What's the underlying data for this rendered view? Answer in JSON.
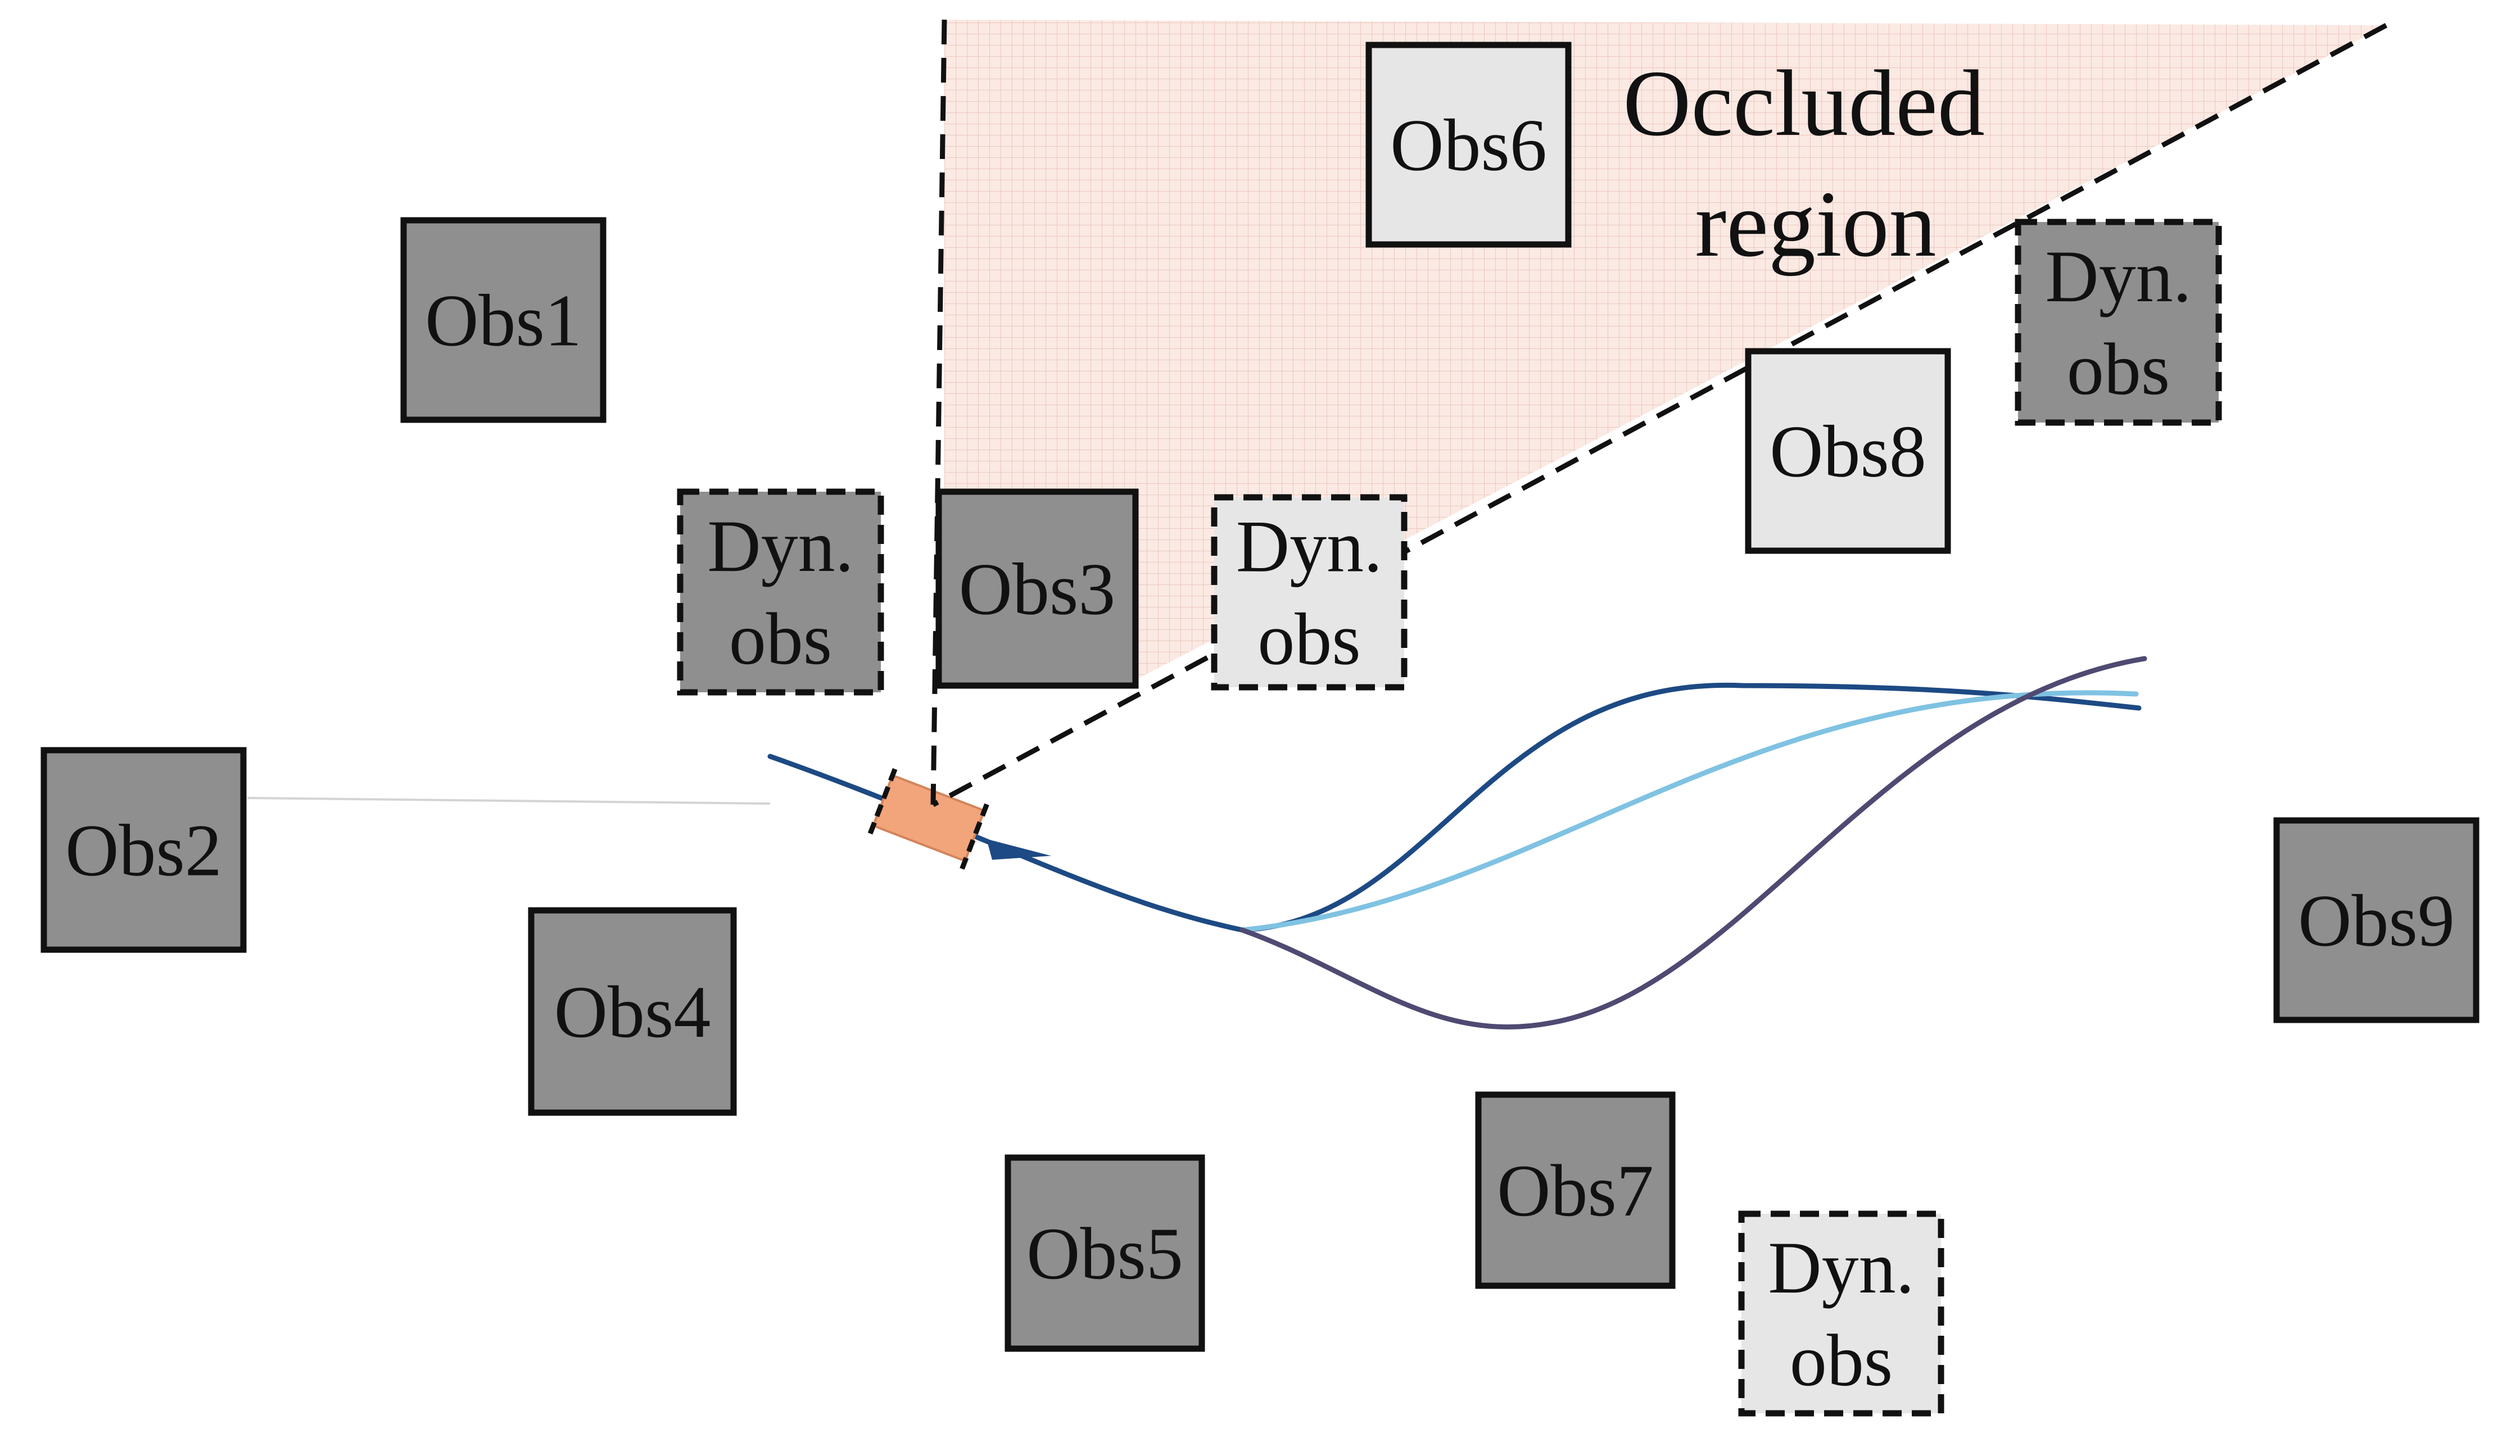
{
  "colors": {
    "static_obstacle": "#8f8f8f",
    "visible_obstacle": "#e6e6e6",
    "occluded_region": "#fbe9e3",
    "vehicle": "#f2a47a",
    "path_dark_blue": "#1d4a84",
    "path_light_blue": "#7fc2e2",
    "path_purple": "#4f4a72",
    "border": "#111111"
  },
  "occluded_region_label": [
    "Occluded",
    "region"
  ],
  "obstacles": [
    {
      "id": "obs1",
      "lines": [
        "Obs1"
      ],
      "style": "static"
    },
    {
      "id": "obs2",
      "lines": [
        "Obs2"
      ],
      "style": "static"
    },
    {
      "id": "obs3",
      "lines": [
        "Obs3"
      ],
      "style": "static"
    },
    {
      "id": "obs4",
      "lines": [
        "Obs4"
      ],
      "style": "static"
    },
    {
      "id": "obs5",
      "lines": [
        "Obs5"
      ],
      "style": "static"
    },
    {
      "id": "obs6",
      "lines": [
        "Obs6"
      ],
      "style": "light"
    },
    {
      "id": "obs7",
      "lines": [
        "Obs7"
      ],
      "style": "static"
    },
    {
      "id": "obs8",
      "lines": [
        "Obs8"
      ],
      "style": "light"
    },
    {
      "id": "obs9",
      "lines": [
        "Obs9"
      ],
      "style": "static"
    },
    {
      "id": "dyn-obs-1",
      "lines": [
        "Dyn.",
        "obs"
      ],
      "style": "dynamic-dark"
    },
    {
      "id": "dyn-obs-2",
      "lines": [
        "Dyn.",
        "obs"
      ],
      "style": "dynamic-light"
    },
    {
      "id": "dyn-obs-3",
      "lines": [
        "Dyn.",
        "obs"
      ],
      "style": "dynamic-dark"
    },
    {
      "id": "dyn-obs-4",
      "lines": [
        "Dyn.",
        "obs"
      ],
      "style": "dynamic-light"
    }
  ]
}
